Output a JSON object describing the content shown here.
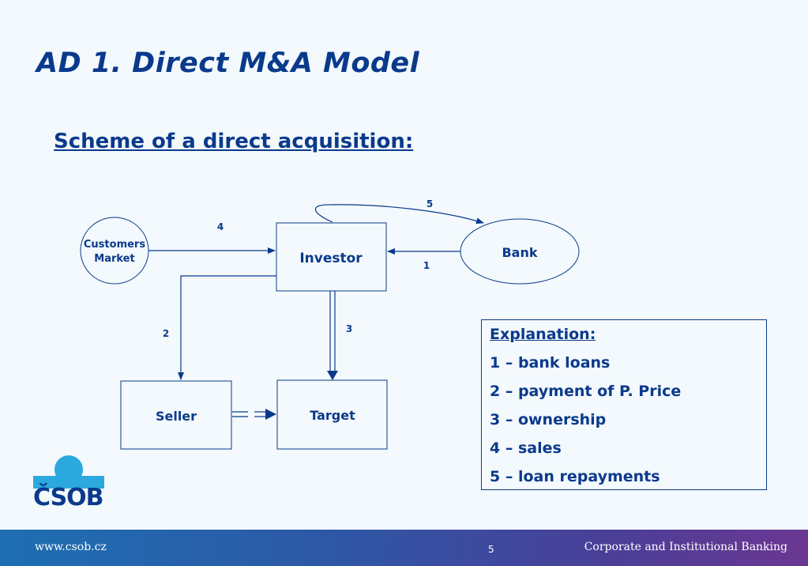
{
  "title": "AD 1. Direct M&A Model",
  "subtitle": "Scheme of a direct acquisition:",
  "nodes": {
    "customers_line1": "Customers",
    "customers_line2": "Market",
    "investor": "Investor",
    "bank": "Bank",
    "seller": "Seller",
    "target": "Target"
  },
  "edges": {
    "e1": "1",
    "e2": "2",
    "e3": "3",
    "e4": "4",
    "e5": "5"
  },
  "explanation": {
    "heading": "Explanation:",
    "items": [
      "1 – bank loans",
      "2 – payment of P. Price",
      "3 – ownership",
      "4 – sales",
      "5 – loan repayments"
    ]
  },
  "logo": {
    "text": "ČSOB"
  },
  "footer": {
    "url": "www.csob.cz",
    "page": "5",
    "division": "Corporate and Institutional Banking"
  },
  "colors": {
    "primary": "#0a3a8c",
    "accent": "#2ba9df",
    "background": "#f3f9fc"
  }
}
